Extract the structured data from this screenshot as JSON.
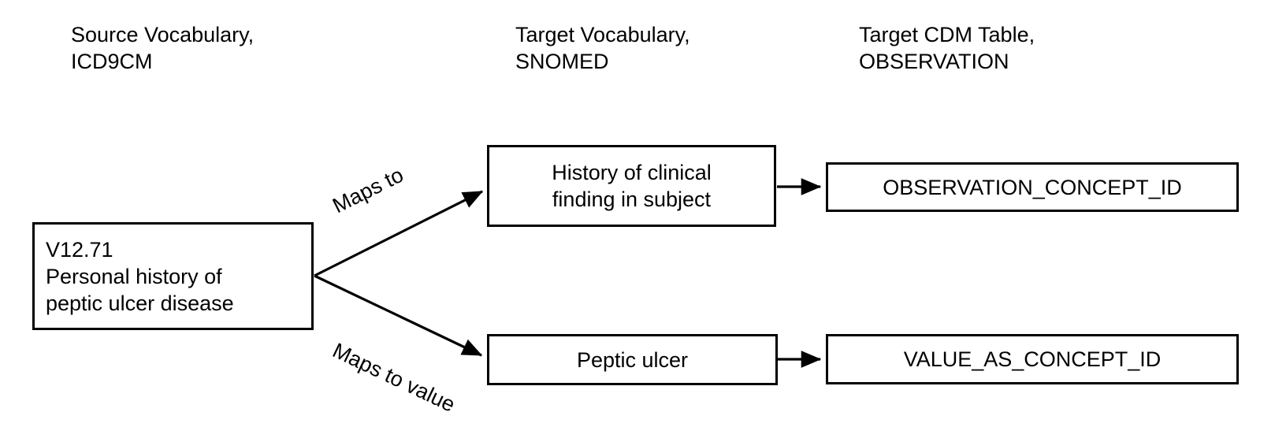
{
  "diagram": {
    "title_present": false,
    "background_color": "#ffffff",
    "line_color": "#000000",
    "text_color": "#000000",
    "headers": [
      {
        "id": "source-vocabulary",
        "text": "Source Vocabulary,\nICD9CM"
      },
      {
        "id": "target-vocabulary",
        "text": "Target Vocabulary,\nSNOMED"
      },
      {
        "id": "target-cdm-table",
        "text": "Target CDM Table,\nOBSERVATION"
      }
    ],
    "nodes": [
      {
        "id": "source-concept",
        "text": "V12.71\nPersonal history of\npeptic ulcer disease"
      },
      {
        "id": "target-history-of-clinical-finding",
        "text": "History of clinical\nfinding in subject"
      },
      {
        "id": "target-peptic-ulcer",
        "text": "Peptic ulcer"
      },
      {
        "id": "observation-concept-id",
        "text": "OBSERVATION_CONCEPT_ID"
      },
      {
        "id": "value-as-concept-id",
        "text": "VALUE_AS_CONCEPT_ID"
      }
    ],
    "edges": [
      {
        "id": "maps-to",
        "label": "Maps to",
        "from": "source-concept",
        "to": "target-history-of-clinical-finding"
      },
      {
        "id": "maps-to-value",
        "label": "Maps to value",
        "from": "source-concept",
        "to": "target-peptic-ulcer"
      },
      {
        "id": "history-to-observation-id",
        "label": "",
        "from": "target-history-of-clinical-finding",
        "to": "observation-concept-id"
      },
      {
        "id": "peptic-to-value-id",
        "label": "",
        "from": "target-peptic-ulcer",
        "to": "value-as-concept-id"
      }
    ]
  }
}
